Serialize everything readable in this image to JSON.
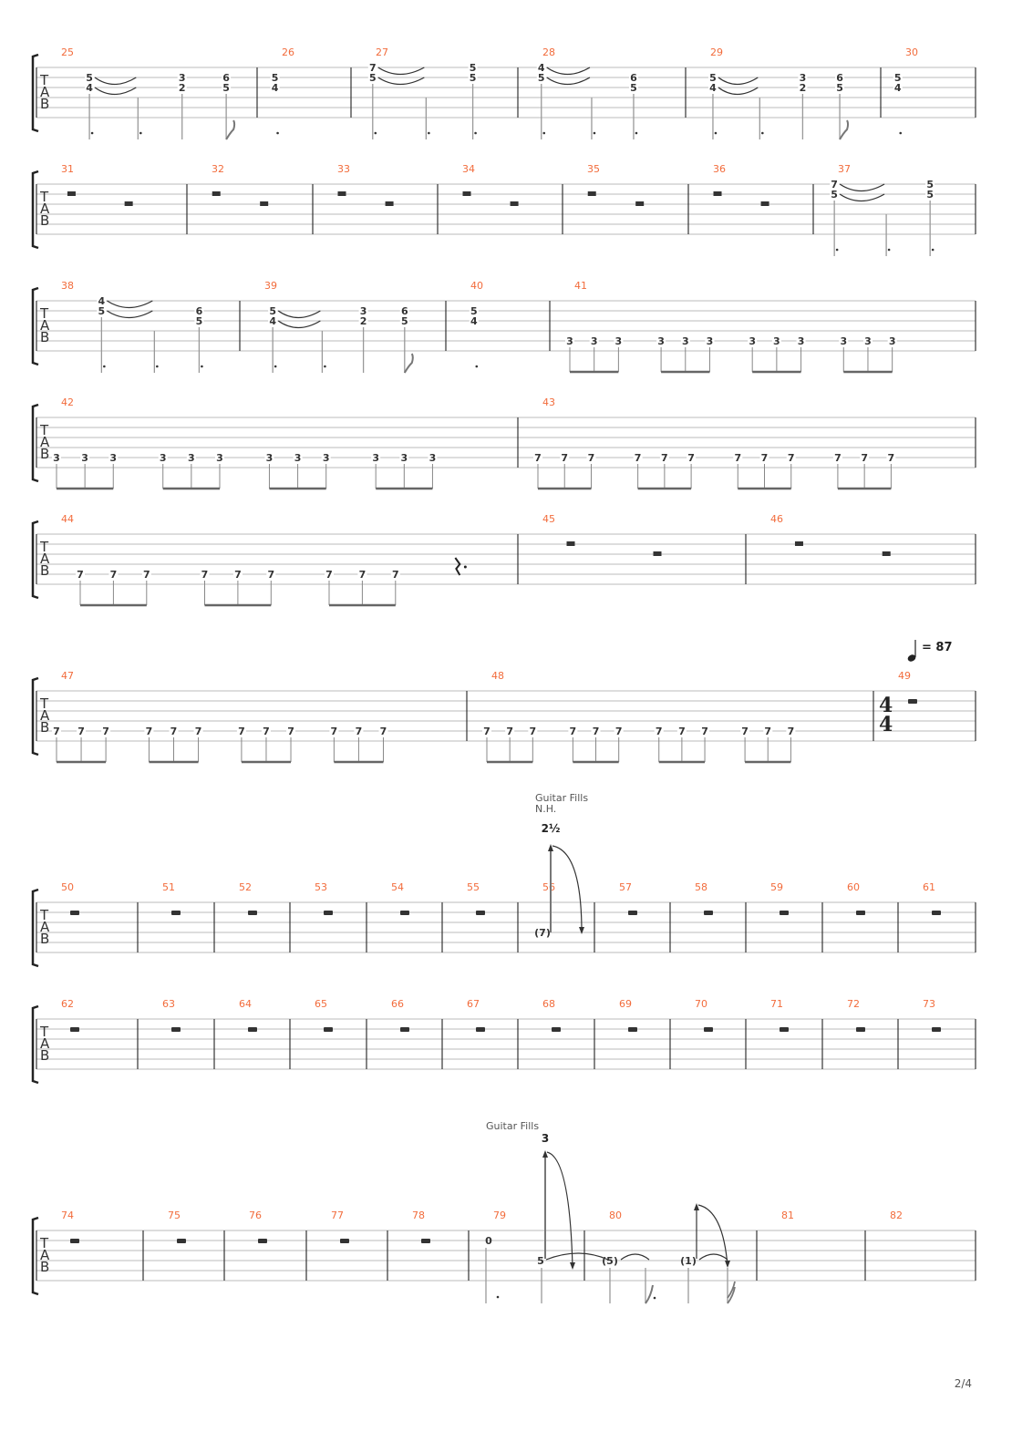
{
  "page": {
    "number_label": "2/4"
  },
  "colors": {
    "measure_number": "#f26c3c",
    "staff_line": "#bbbbbb",
    "barline": "#333333",
    "text": "#333333"
  },
  "tab_clef": [
    "T",
    "A",
    "B"
  ],
  "systems": [
    {
      "measures": [
        {
          "number": "25",
          "notes": [
            {
              "frets": [
                {
                  "s": 2,
                  "f": "5"
                },
                {
                  "s": 3,
                  "f": "4"
                }
              ],
              "tie_next": true,
              "stem": "dotted"
            },
            {
              "frets": [],
              "stem": "dotted"
            },
            {
              "frets": [
                {
                  "s": 2,
                  "f": "3"
                },
                {
                  "s": 3,
                  "f": "2"
                }
              ],
              "stem": "plain"
            },
            {
              "frets": [
                {
                  "s": 2,
                  "f": "6"
                },
                {
                  "s": 3,
                  "f": "5"
                }
              ],
              "stem": "flag"
            }
          ]
        },
        {
          "number": "26",
          "notes": [
            {
              "frets": [
                {
                  "s": 2,
                  "f": "5"
                },
                {
                  "s": 3,
                  "f": "4"
                }
              ],
              "stem": "dot-only"
            }
          ]
        },
        {
          "number": "27",
          "notes": [
            {
              "frets": [
                {
                  "s": 1,
                  "f": "7"
                },
                {
                  "s": 2,
                  "f": "5"
                }
              ],
              "tie_next": true,
              "stem": "dotted"
            },
            {
              "frets": [],
              "stem": "dotted"
            },
            {
              "frets": [
                {
                  "s": 1,
                  "f": "5"
                },
                {
                  "s": 2,
                  "f": "5"
                }
              ],
              "stem": "dotted"
            }
          ]
        },
        {
          "number": "28",
          "notes": [
            {
              "frets": [
                {
                  "s": 1,
                  "f": "4"
                },
                {
                  "s": 2,
                  "f": "5"
                }
              ],
              "tie_next": true,
              "stem": "dotted"
            },
            {
              "frets": [],
              "stem": "dotted"
            },
            {
              "frets": [
                {
                  "s": 2,
                  "f": "6"
                },
                {
                  "s": 3,
                  "f": "5"
                }
              ],
              "stem": "dotted"
            }
          ]
        },
        {
          "number": "29",
          "notes": [
            {
              "frets": [
                {
                  "s": 2,
                  "f": "5"
                },
                {
                  "s": 3,
                  "f": "4"
                }
              ],
              "tie_next": true,
              "stem": "dotted"
            },
            {
              "frets": [],
              "stem": "dotted"
            },
            {
              "frets": [
                {
                  "s": 2,
                  "f": "3"
                },
                {
                  "s": 3,
                  "f": "2"
                }
              ],
              "stem": "plain"
            },
            {
              "frets": [
                {
                  "s": 2,
                  "f": "6"
                },
                {
                  "s": 3,
                  "f": "5"
                }
              ],
              "stem": "flag"
            }
          ]
        },
        {
          "number": "30",
          "notes": [
            {
              "frets": [
                {
                  "s": 2,
                  "f": "5"
                },
                {
                  "s": 3,
                  "f": "4"
                }
              ],
              "stem": "dot-only"
            }
          ]
        }
      ]
    },
    {
      "measures": [
        {
          "number": "31",
          "rests": [
            "half",
            "half"
          ]
        },
        {
          "number": "32",
          "rests": [
            "half",
            "half"
          ]
        },
        {
          "number": "33",
          "rests": [
            "half",
            "half"
          ]
        },
        {
          "number": "34",
          "rests": [
            "half",
            "half"
          ]
        },
        {
          "number": "35",
          "rests": [
            "half",
            "half"
          ]
        },
        {
          "number": "36",
          "rests": [
            "half",
            "half"
          ]
        },
        {
          "number": "37",
          "notes": [
            {
              "frets": [
                {
                  "s": 1,
                  "f": "7"
                },
                {
                  "s": 2,
                  "f": "5"
                }
              ],
              "tie_next": true,
              "stem": "dotted"
            },
            {
              "frets": [],
              "stem": "dotted"
            },
            {
              "frets": [
                {
                  "s": 1,
                  "f": "5"
                },
                {
                  "s": 2,
                  "f": "5"
                }
              ],
              "stem": "dotted"
            }
          ]
        }
      ]
    },
    {
      "measures": [
        {
          "number": "38",
          "notes": [
            {
              "frets": [
                {
                  "s": 1,
                  "f": "4"
                },
                {
                  "s": 2,
                  "f": "5"
                }
              ],
              "tie_next": true,
              "stem": "dotted"
            },
            {
              "frets": [],
              "stem": "dotted"
            },
            {
              "frets": [
                {
                  "s": 2,
                  "f": "6"
                },
                {
                  "s": 3,
                  "f": "5"
                }
              ],
              "stem": "dotted"
            }
          ]
        },
        {
          "number": "39",
          "notes": [
            {
              "frets": [
                {
                  "s": 2,
                  "f": "5"
                },
                {
                  "s": 3,
                  "f": "4"
                }
              ],
              "tie_next": true,
              "stem": "dotted"
            },
            {
              "frets": [],
              "stem": "dotted"
            },
            {
              "frets": [
                {
                  "s": 2,
                  "f": "3"
                },
                {
                  "s": 3,
                  "f": "2"
                }
              ],
              "stem": "plain"
            },
            {
              "frets": [
                {
                  "s": 2,
                  "f": "6"
                },
                {
                  "s": 3,
                  "f": "5"
                }
              ],
              "stem": "flag"
            }
          ]
        },
        {
          "number": "40",
          "notes": [
            {
              "frets": [
                {
                  "s": 2,
                  "f": "5"
                },
                {
                  "s": 3,
                  "f": "4"
                }
              ],
              "stem": "dot-only"
            }
          ]
        },
        {
          "number": "41",
          "triplets": {
            "string": 5,
            "fret": "3",
            "groups": 4
          }
        }
      ]
    },
    {
      "measures": [
        {
          "number": "42",
          "triplets": {
            "string": 5,
            "fret": "3",
            "groups": 4
          }
        },
        {
          "number": "43",
          "triplets": {
            "string": 5,
            "fret": "7",
            "groups": 4
          }
        }
      ]
    },
    {
      "measures": [
        {
          "number": "44",
          "triplets": {
            "string": 5,
            "fret": "7",
            "groups": 3
          },
          "end_rest": "dotted-quarter"
        },
        {
          "number": "45",
          "rests": [
            "half",
            "half"
          ]
        },
        {
          "number": "46",
          "rests": [
            "half",
            "half"
          ]
        }
      ]
    },
    {
      "tempo": {
        "bpm": "87",
        "label": "= 87"
      },
      "measures": [
        {
          "number": "47",
          "triplets": {
            "string": 5,
            "fret": "7",
            "groups": 4
          }
        },
        {
          "number": "48",
          "triplets": {
            "string": 5,
            "fret": "7",
            "groups": 4
          }
        },
        {
          "number": "49",
          "time_signature": [
            "4",
            "4"
          ],
          "rests": [
            "whole"
          ]
        }
      ]
    },
    {
      "annotation": {
        "text": "Guitar Fills",
        "sub": "N.H.",
        "measure": "56"
      },
      "measures": [
        {
          "number": "50",
          "rests": [
            "whole"
          ]
        },
        {
          "number": "51",
          "rests": [
            "whole"
          ]
        },
        {
          "number": "52",
          "rests": [
            "whole"
          ]
        },
        {
          "number": "53",
          "rests": [
            "whole"
          ]
        },
        {
          "number": "54",
          "rests": [
            "whole"
          ]
        },
        {
          "number": "55",
          "rests": [
            "whole"
          ]
        },
        {
          "number": "56",
          "bend": {
            "fret": "(7)",
            "amount": "2½"
          }
        },
        {
          "number": "57",
          "rests": [
            "whole"
          ]
        },
        {
          "number": "58",
          "rests": [
            "whole"
          ]
        },
        {
          "number": "59",
          "rests": [
            "whole"
          ]
        },
        {
          "number": "60",
          "rests": [
            "whole"
          ]
        },
        {
          "number": "61",
          "rests": [
            "whole"
          ]
        }
      ]
    },
    {
      "measures": [
        {
          "number": "62",
          "rests": [
            "whole"
          ]
        },
        {
          "number": "63",
          "rests": [
            "whole"
          ]
        },
        {
          "number": "64",
          "rests": [
            "whole"
          ]
        },
        {
          "number": "65",
          "rests": [
            "whole"
          ]
        },
        {
          "number": "66",
          "rests": [
            "whole"
          ]
        },
        {
          "number": "67",
          "rests": [
            "whole"
          ]
        },
        {
          "number": "68",
          "rests": [
            "whole"
          ]
        },
        {
          "number": "69",
          "rests": [
            "whole"
          ]
        },
        {
          "number": "70",
          "rests": [
            "whole"
          ]
        },
        {
          "number": "71",
          "rests": [
            "whole"
          ]
        },
        {
          "number": "72",
          "rests": [
            "whole"
          ]
        },
        {
          "number": "73",
          "rests": [
            "whole"
          ]
        }
      ]
    },
    {
      "annotation": {
        "text": "Guitar Fills",
        "measure": "79"
      },
      "measures": [
        {
          "number": "74",
          "rests": [
            "whole"
          ]
        },
        {
          "number": "75",
          "rests": [
            "whole"
          ]
        },
        {
          "number": "76",
          "rests": [
            "whole"
          ]
        },
        {
          "number": "77",
          "rests": [
            "whole"
          ]
        },
        {
          "number": "78",
          "rests": [
            "whole"
          ]
        },
        {
          "number": "79",
          "fill": {
            "first_fret": "0",
            "bend_fret": "5",
            "bend_amount": "3"
          }
        },
        {
          "number": "80",
          "fill": {
            "held_fret": "(5)",
            "bend_fret": "(1)",
            "bend_amount": "full"
          }
        },
        {
          "number": "81",
          "rests": []
        },
        {
          "number": "82",
          "rests": []
        }
      ]
    }
  ]
}
